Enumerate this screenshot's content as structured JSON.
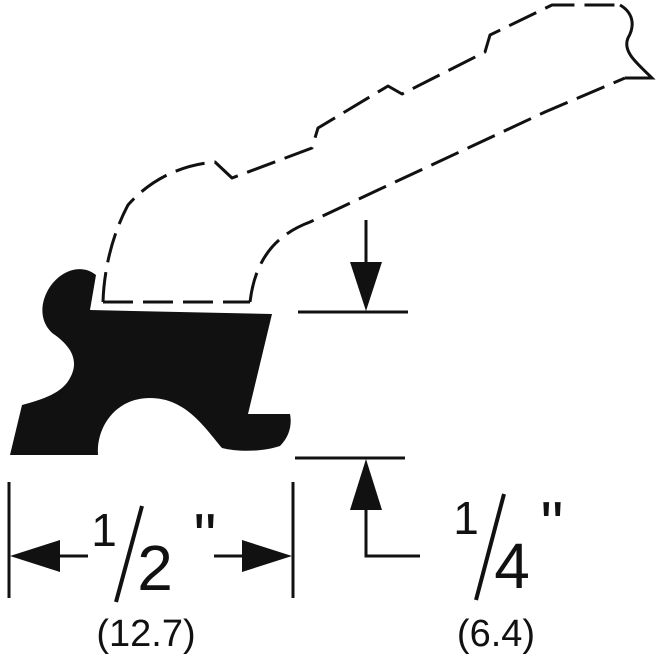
{
  "width_dimension": {
    "numerator": "1",
    "denominator": "2",
    "unit_mark": "\"",
    "metric": "(12.7)"
  },
  "height_dimension": {
    "numerator": "1",
    "denominator": "4",
    "unit_mark": "\"",
    "metric": "(6.4)"
  },
  "colors": {
    "ink": "#111111",
    "background": "#ffffff"
  }
}
